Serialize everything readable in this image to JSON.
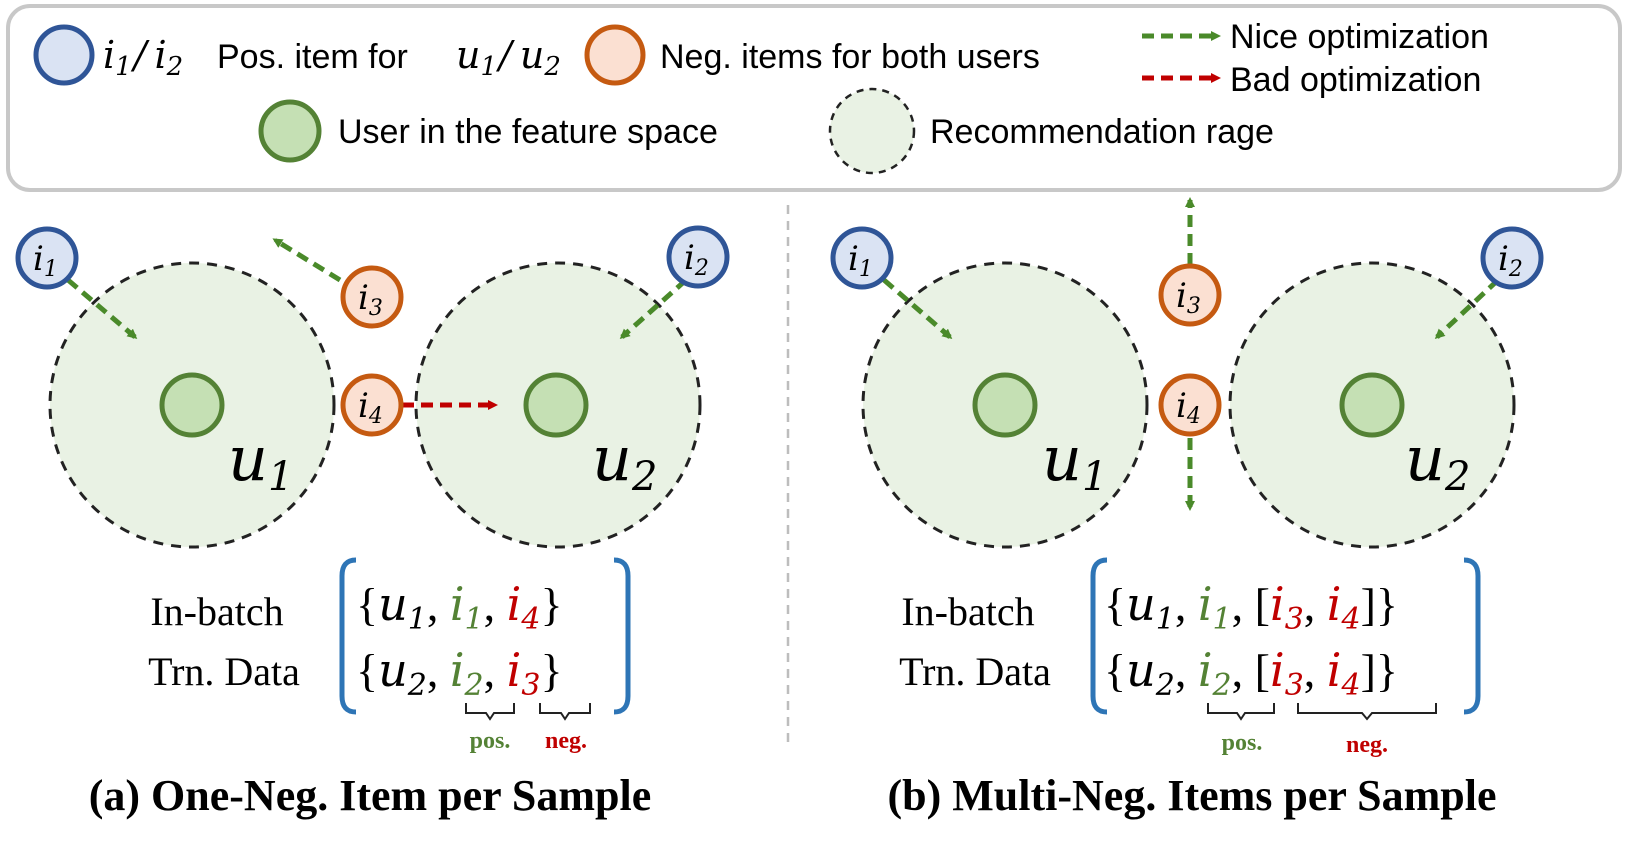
{
  "legend": {
    "pos_item_label": "Pos. item for",
    "neg_items_label": "Neg. items for both users",
    "user_label": "User in the feature space",
    "range_label": "Recommendation rage",
    "nice_label": "Nice optimization",
    "bad_label": "Bad optimization"
  },
  "math": {
    "i1": "i",
    "i1_sub": "1",
    "i2": "i",
    "i2_sub": "2",
    "i3": "i",
    "i3_sub": "3",
    "i4": "i",
    "i4_sub": "4",
    "u1": "u",
    "u1_sub": "1",
    "u2": "u",
    "u2_sub": "2",
    "slash": "/"
  },
  "panel_a": {
    "caption": "(a) One-Neg. Item per Sample",
    "batch_line1": "In-batch",
    "batch_line2": "Trn. Data",
    "pos_tag": "pos.",
    "neg_tag": "neg."
  },
  "panel_b": {
    "caption": "(b) Multi-Neg. Items per Sample",
    "batch_line1": "In-batch",
    "batch_line2": "Trn. Data",
    "pos_tag": "pos.",
    "neg_tag": "neg."
  },
  "colors": {
    "pos_fill": "#dae3f3",
    "pos_stroke": "#2f5597",
    "neg_fill": "#fbe0d2",
    "neg_stroke": "#c55a11",
    "user_fill": "#c5e0b4",
    "user_stroke": "#548235",
    "range_fill": "#e9f2e4",
    "nice": "#4a8a2a",
    "bad": "#c00000",
    "bracket": "#2e75b6",
    "green_text": "#548235",
    "red_text": "#c00000"
  }
}
